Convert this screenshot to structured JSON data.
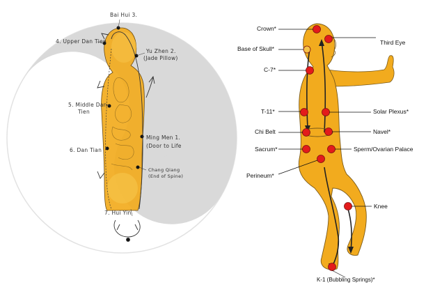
{
  "colors": {
    "body_fill": "#f2ab1e",
    "body_fill_light": "#f6c246",
    "yin_gray": "#d9d9d9",
    "point_red": "#e31b1b",
    "point_outline": "#7a1010",
    "line_dark": "#222222"
  },
  "left_diagram": {
    "labels": [
      {
        "id": "bai-hui",
        "text": "Bai Hui 3."
      },
      {
        "id": "upper-dan-tien",
        "text": "4. Upper Dan Tien"
      },
      {
        "id": "yu-zhen",
        "text": "Yu Zhen 2."
      },
      {
        "id": "jade-pillow",
        "text": "(Jade Pillow)"
      },
      {
        "id": "middle-dan",
        "text": "5. Middle Dan"
      },
      {
        "id": "tien",
        "text": "Tien"
      },
      {
        "id": "ming-men",
        "text": "Ming Men 1."
      },
      {
        "id": "door-to-life",
        "text": "(Door to Life"
      },
      {
        "id": "dan-tian",
        "text": "6. Dan Tian"
      },
      {
        "id": "chang-qiang",
        "text": "Chang Qiang"
      },
      {
        "id": "end-of-spine",
        "text": "(End of Spine)"
      },
      {
        "id": "hui-yin",
        "text": "7. Hui Yin"
      }
    ]
  },
  "right_diagram": {
    "labels": [
      {
        "id": "crown",
        "text": "Crown*"
      },
      {
        "id": "base-of-skull",
        "text": "Base of Skull*"
      },
      {
        "id": "c7",
        "text": "C-7*"
      },
      {
        "id": "t11",
        "text": "T-11*"
      },
      {
        "id": "chi-belt",
        "text": "Chi Belt"
      },
      {
        "id": "sacrum",
        "text": "Sacrum*"
      },
      {
        "id": "perineum",
        "text": "Perineum*"
      },
      {
        "id": "third-eye",
        "text": "Third Eye"
      },
      {
        "id": "solar-plexus",
        "text": "Solar Plexus*"
      },
      {
        "id": "navel",
        "text": "Navel*"
      },
      {
        "id": "sperm-ovarian",
        "text": "Sperm/Ovarian Palace"
      },
      {
        "id": "knee",
        "text": "Knee"
      },
      {
        "id": "k1",
        "text": "K-1 (Bubbling Springs)*"
      }
    ]
  }
}
